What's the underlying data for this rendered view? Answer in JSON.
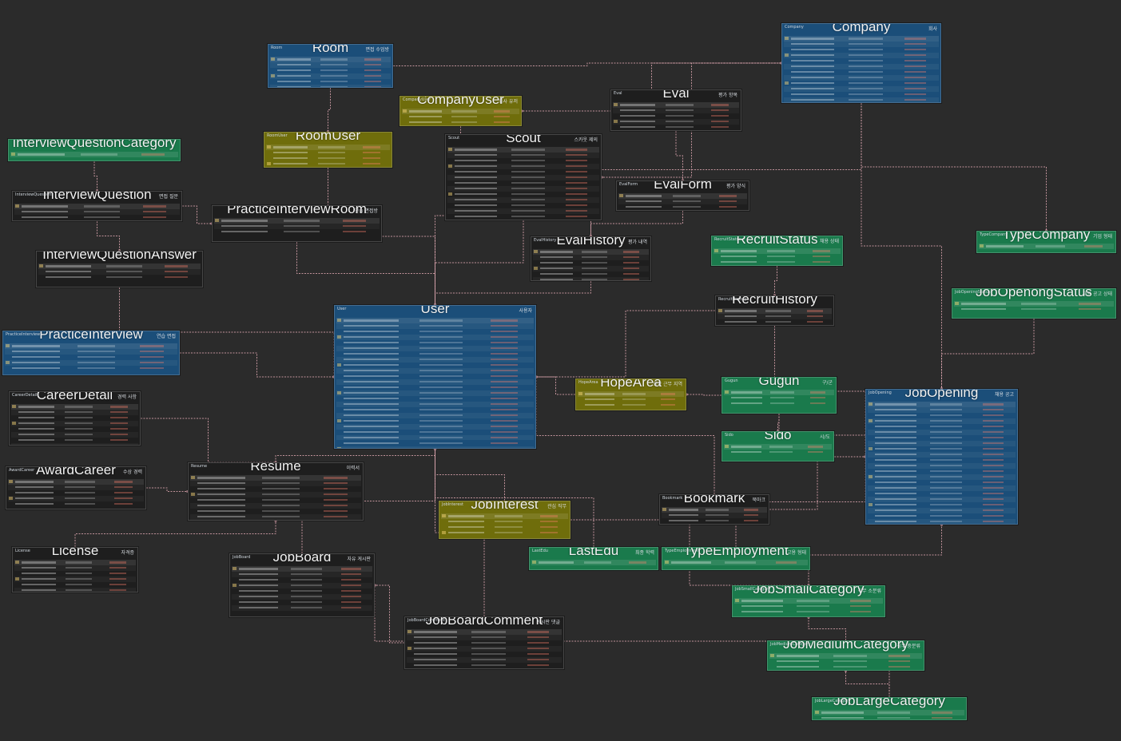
{
  "colors": {
    "background": "#2b2b2b",
    "connector": "#d9a3ad",
    "blue": "#1b4e79",
    "green": "#1a7a4c",
    "olive": "#6f6d0b",
    "dark": "#1e1e1e"
  },
  "entities": [
    {
      "id": "company",
      "name": "Company",
      "tag": "Company",
      "comment": "회사",
      "color": "blue",
      "rows": 12
    },
    {
      "id": "room",
      "name": "Room",
      "tag": "Room",
      "comment": "면접 수업방",
      "color": "blue",
      "rows": 6
    },
    {
      "id": "companyuser",
      "name": "CompanyUser",
      "tag": "CompanyUser",
      "comment": "회사 유저",
      "color": "olive",
      "rows": 3
    },
    {
      "id": "eval",
      "name": "Eval",
      "tag": "Eval",
      "comment": "평가 항목",
      "color": "dark",
      "rows": 6
    },
    {
      "id": "roomuser",
      "name": "RoomUser",
      "tag": "RoomUser",
      "comment": "",
      "color": "olive",
      "rows": 4
    },
    {
      "id": "scout",
      "name": "Scout",
      "tag": "Scout",
      "comment": "스카웃 제의",
      "color": "dark",
      "rows": 14
    },
    {
      "id": "iqcategory",
      "name": "InterviewQuestionCategory",
      "tag": "",
      "comment": "",
      "color": "green",
      "rows": 1
    },
    {
      "id": "interviewquestion",
      "name": "InterviewQuestion",
      "tag": "InterviewQuestion",
      "comment": "면접 질문",
      "color": "dark",
      "rows": 3
    },
    {
      "id": "evalform",
      "name": "EvalForm",
      "tag": "EvalForm",
      "comment": "평가 양식",
      "color": "dark",
      "rows": 3
    },
    {
      "id": "practiceroom",
      "name": "PracticeInterviewRoom",
      "tag": "",
      "comment": "연습 면접방",
      "color": "dark",
      "rows": 3
    },
    {
      "id": "evalhistory",
      "name": "EvalHistory",
      "tag": "EvalHistory",
      "comment": "평가 내역",
      "color": "dark",
      "rows": 6
    },
    {
      "id": "recruitstatus",
      "name": "RecruitStatus",
      "tag": "RecruitStatus",
      "comment": "채용 상태",
      "color": "green",
      "rows": 3
    },
    {
      "id": "typecompany",
      "name": "TypeCompany",
      "tag": "TypeCompany",
      "comment": "기업 형태",
      "color": "green",
      "rows": 1
    },
    {
      "id": "iqanswer",
      "name": "InterviewQuestionAnswer",
      "tag": "",
      "comment": "",
      "color": "dark",
      "rows": 3
    },
    {
      "id": "jobopeningstatus",
      "name": "JobOpenongStatus",
      "tag": "JobOpeningStatus",
      "comment": "채용 공고 상태",
      "color": "green",
      "rows": 2
    },
    {
      "id": "recruithistory",
      "name": "RecruitHistory",
      "tag": "RecruitHistory",
      "comment": "",
      "color": "dark",
      "rows": 3
    },
    {
      "id": "user",
      "name": "User",
      "tag": "User",
      "comment": "사용자",
      "color": "blue",
      "rows": 24
    },
    {
      "id": "practiceinterview",
      "name": "PracticeInterview",
      "tag": "PracticeInterview",
      "comment": "연습 면접",
      "color": "blue",
      "rows": 5
    },
    {
      "id": "careerdetail",
      "name": "CareerDetail",
      "tag": "CareerDetail",
      "comment": "경력 사항",
      "color": "dark",
      "rows": 8
    },
    {
      "id": "hopearea",
      "name": "HopeArea",
      "tag": "HopeArea",
      "comment": "희망 근무 지역",
      "color": "olive",
      "rows": 3
    },
    {
      "id": "gugun",
      "name": "Gugun",
      "tag": "Gugun",
      "comment": "구/군",
      "color": "green",
      "rows": 3
    },
    {
      "id": "jobopening",
      "name": "JobOpening",
      "tag": "JobOpening",
      "comment": "채용 공고",
      "color": "blue",
      "rows": 22
    },
    {
      "id": "sido",
      "name": "Sido",
      "tag": "Sido",
      "comment": "시/도",
      "color": "green",
      "rows": 2
    },
    {
      "id": "awardcareer",
      "name": "AwardCareer",
      "tag": "AwardCareer",
      "comment": "수상 경력",
      "color": "dark",
      "rows": 5
    },
    {
      "id": "resume",
      "name": "Resume",
      "tag": "Resume",
      "comment": "이력서",
      "color": "dark",
      "rows": 8
    },
    {
      "id": "bookmark",
      "name": "Bookmark",
      "tag": "Bookmark",
      "comment": "북마크",
      "color": "dark",
      "rows": 3
    },
    {
      "id": "jobinterest",
      "name": "JobInterest",
      "tag": "JobInterest",
      "comment": "관심 직무",
      "color": "olive",
      "rows": 4
    },
    {
      "id": "license",
      "name": "License",
      "tag": "License",
      "comment": "자격증",
      "color": "dark",
      "rows": 6
    },
    {
      "id": "jobboard",
      "name": "JobBoard",
      "tag": "JobBoard",
      "comment": "자유 게시판",
      "color": "dark",
      "rows": 8
    },
    {
      "id": "lastedu",
      "name": "LastEdu",
      "tag": "LastEdu",
      "comment": "최종 학력",
      "color": "green",
      "rows": 1
    },
    {
      "id": "typeemployment",
      "name": "TypeEmployment",
      "tag": "TypeEmployment",
      "comment": "고용 형태",
      "color": "green",
      "rows": 1
    },
    {
      "id": "jobsmallcategory",
      "name": "JobSmallCategory",
      "tag": "JobSmallCategory",
      "comment": "직무 소분류",
      "color": "green",
      "rows": 3
    },
    {
      "id": "jobboardcomment",
      "name": "JobBoardComment",
      "tag": "JobBoardComment",
      "comment": "게시판 댓글",
      "color": "dark",
      "rows": 7
    },
    {
      "id": "jobmediumcategory",
      "name": "JobMediumCategory",
      "tag": "JobMediumCategory",
      "comment": "직무 중분류",
      "color": "green",
      "rows": 3
    },
    {
      "id": "joblargecategory",
      "name": "JobLargeCategory",
      "tag": "JobLargeCategory",
      "comment": "",
      "color": "green",
      "rows": 2
    }
  ],
  "relations": [
    [
      "room",
      "company"
    ],
    [
      "company",
      "companyuser"
    ],
    [
      "company",
      "scout"
    ],
    [
      "company",
      "evalhistory"
    ],
    [
      "company",
      "jobopening"
    ],
    [
      "company",
      "typecompany"
    ],
    [
      "companyuser",
      "user"
    ],
    [
      "room",
      "roomuser"
    ],
    [
      "roomuser",
      "user"
    ],
    [
      "scout",
      "user"
    ],
    [
      "eval",
      "evalform"
    ],
    [
      "evalform",
      "evalhistory"
    ],
    [
      "evalhistory",
      "user"
    ],
    [
      "iqcategory",
      "interviewquestion"
    ],
    [
      "interviewquestion",
      "practiceroom"
    ],
    [
      "interviewquestion",
      "iqanswer"
    ],
    [
      "practiceroom",
      "user"
    ],
    [
      "iqanswer",
      "user"
    ],
    [
      "recruitstatus",
      "recruithistory"
    ],
    [
      "recruithistory",
      "user"
    ],
    [
      "recruithistory",
      "jobopening"
    ],
    [
      "jobopeningstatus",
      "jobopening"
    ],
    [
      "practiceinterview",
      "user"
    ],
    [
      "careerdetail",
      "resume"
    ],
    [
      "awardcareer",
      "resume"
    ],
    [
      "license",
      "resume"
    ],
    [
      "resume",
      "user"
    ],
    [
      "hopearea",
      "user"
    ],
    [
      "gugun",
      "hopearea"
    ],
    [
      "gugun",
      "sido"
    ],
    [
      "gugun",
      "jobopening"
    ],
    [
      "bookmark",
      "jobopening"
    ],
    [
      "bookmark",
      "user"
    ],
    [
      "jobinterest",
      "user"
    ],
    [
      "jobinterest",
      "jobsmallcategory"
    ],
    [
      "jobboard",
      "user"
    ],
    [
      "jobboardcomment",
      "user"
    ],
    [
      "jobboardcomment",
      "jobboard"
    ],
    [
      "lastedu",
      "user"
    ],
    [
      "typeemployment",
      "jobopening"
    ],
    [
      "jobsmallcategory",
      "jobopening"
    ],
    [
      "jobmediumcategory",
      "jobsmallcategory"
    ],
    [
      "joblargecategory",
      "jobmediumcategory"
    ],
    [
      "joblargecategory",
      "jobboard"
    ]
  ]
}
